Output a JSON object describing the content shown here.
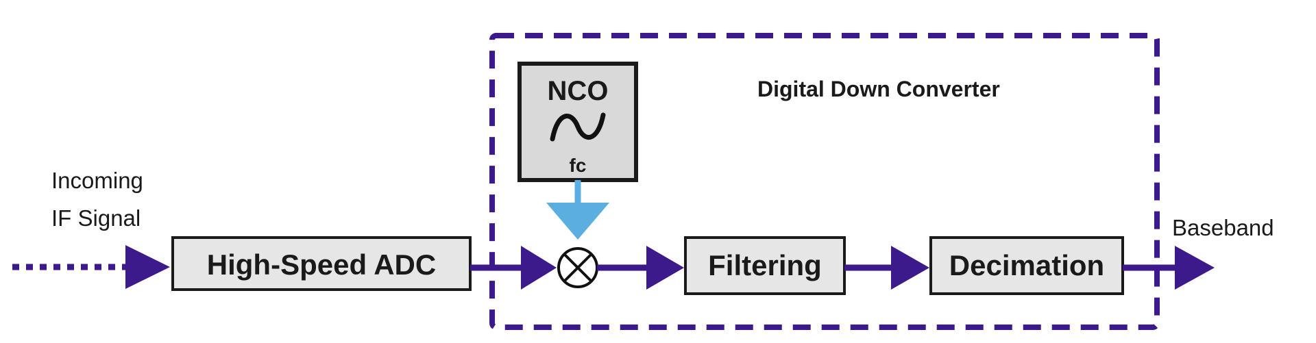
{
  "labels": {
    "input_line1": "Incoming",
    "input_line2": "IF Signal",
    "output": "Baseband",
    "ddc_title": "Digital Down Converter"
  },
  "blocks": {
    "adc": "High-Speed ADC",
    "nco": "NCO",
    "nco_wave": "∿",
    "nco_freq": "fc",
    "filtering": "Filtering",
    "decimation": "Decimation"
  },
  "colors": {
    "flow": "#3c1a8c",
    "nco_arrow": "#5aafe0",
    "block_fill": "#e6e6e6",
    "nco_fill": "#d9d9d9"
  },
  "icons": {
    "mixer": "multiply-circle-icon",
    "wave": "sine-wave-icon"
  }
}
